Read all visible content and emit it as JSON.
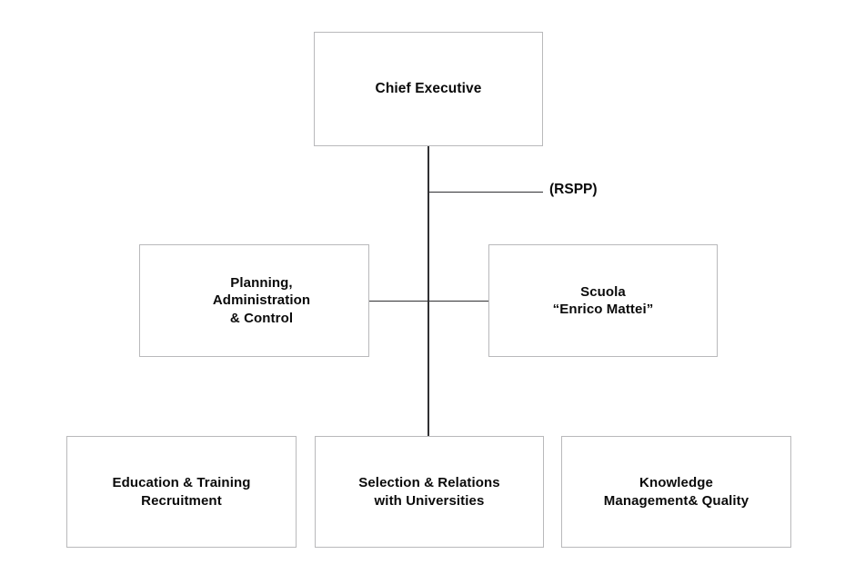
{
  "diagram": {
    "type": "organization-chart",
    "background_color": "#ffffff",
    "box_border_color": "#b9b9bb",
    "connector_color": "#303033",
    "text_color": "#0a0a0a",
    "nodes": [
      {
        "id": "chief-executive",
        "label": "Chief Executive",
        "level": 1
      },
      {
        "id": "planning",
        "label": "Planning,\nAdministration\n& Control",
        "level": 2
      },
      {
        "id": "scuola",
        "label": "Scuola\n“Enrico Mattei”",
        "level": 2
      },
      {
        "id": "education",
        "label": "Education & Training\nRecruitment",
        "level": 3
      },
      {
        "id": "selection",
        "label": "Selection & Relations\nwith Universities",
        "level": 3
      },
      {
        "id": "knowledge",
        "label": "Knowledge\nManagement& Quality",
        "level": 3
      }
    ],
    "annotations": [
      {
        "id": "rspp",
        "label": "(RSPP)"
      }
    ]
  }
}
